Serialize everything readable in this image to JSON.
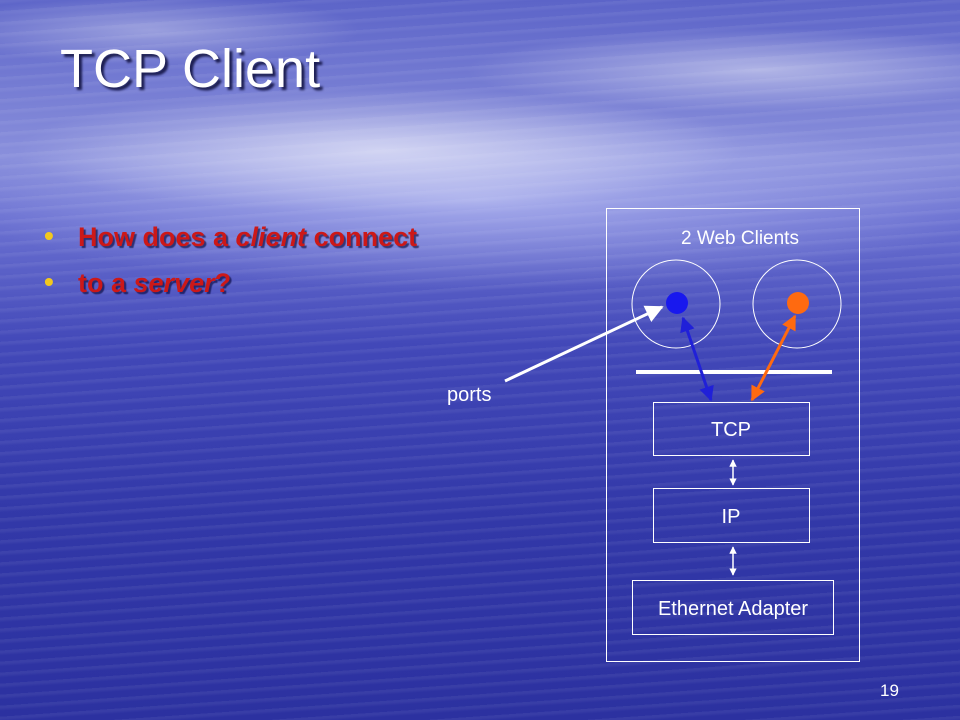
{
  "slide": {
    "title": "TCP Client",
    "bullets": [
      {
        "parts": [
          "How does a ",
          "client",
          " connect"
        ]
      },
      {
        "parts": [
          "to a ",
          "server",
          "?"
        ]
      }
    ],
    "bullet_color": "#cc1818",
    "bullet_dot_color": "#f2c81e",
    "slide_number": "19"
  },
  "diagram": {
    "heading": "2 Web Clients",
    "layers": [
      "TCP",
      "IP",
      "Ethernet Adapter"
    ],
    "ports_label": "ports",
    "colors": {
      "port_left": "#1818ee",
      "port_right": "#ff6a10",
      "arrow_left": "#2020d8",
      "arrow_right": "#ff6a10",
      "lines": "#ffffff"
    }
  }
}
